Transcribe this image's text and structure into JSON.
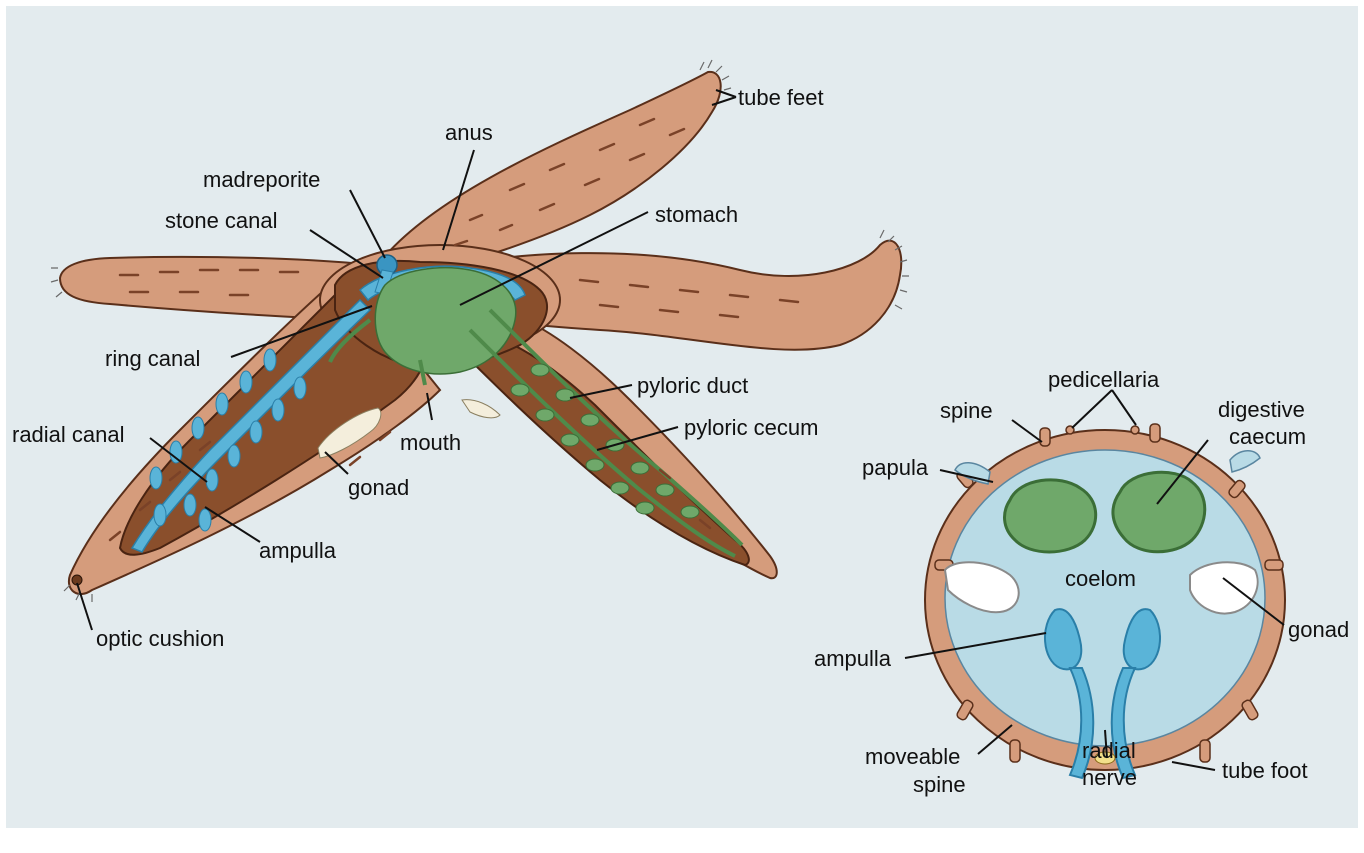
{
  "labels": {
    "tube_feet": "tube feet",
    "anus": "anus",
    "madreporite": "madreporite",
    "stomach": "stomach",
    "stone_canal": "stone canal",
    "ring_canal": "ring canal",
    "pyloric_duct": "pyloric duct",
    "radial_canal": "radial canal",
    "mouth": "mouth",
    "pyloric_cecum": "pyloric cecum",
    "gonad_left": "gonad",
    "ampulla_left": "ampulla",
    "optic_cushion": "optic cushion",
    "pedicellaria": "pedicellaria",
    "spine": "spine",
    "digestive_line1": "digestive",
    "digestive_line2": "caecum",
    "papula": "papula",
    "coelom": "coelom",
    "gonad_right": "gonad",
    "ampulla_right": "ampulla",
    "moveable_line1": "moveable",
    "moveable_line2": "spine",
    "radial_line1": "radial",
    "radial_line2": "nerve",
    "tube_foot": "tube foot"
  },
  "colors": {
    "background": "#e3ebee",
    "skin": "#d59c7c",
    "skin_dark": "#a05a3a",
    "interior": "#8a4f2c",
    "water_vascular": "#5ab4d8",
    "digestive": "#6fa86a",
    "gonad": "#f4eedc",
    "coelom": "#b9dbe6"
  }
}
